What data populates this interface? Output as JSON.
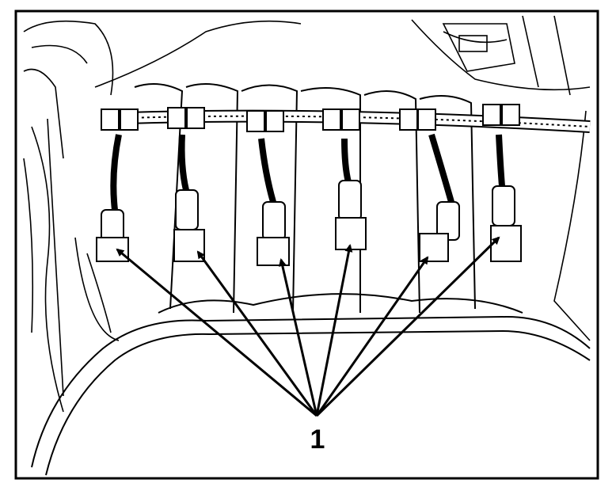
{
  "callout": {
    "label": "1"
  },
  "colors": {
    "ink": "#000000",
    "paper": "#ffffff"
  },
  "illustration": {
    "subject": "engine-intake-manifold-line-drawing",
    "connector_count": 6
  }
}
